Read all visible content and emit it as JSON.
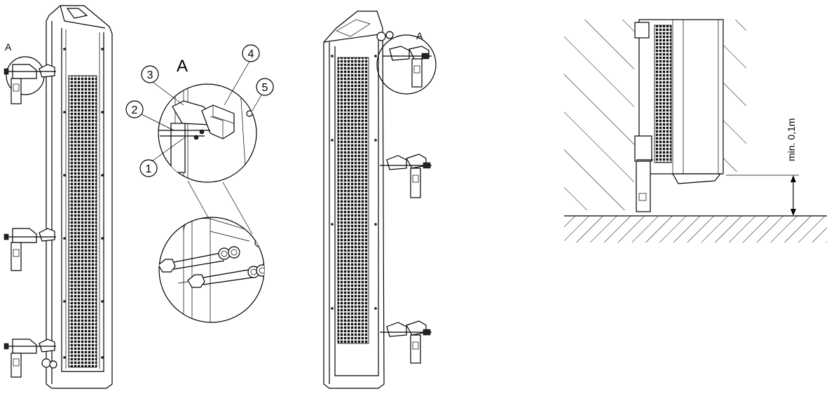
{
  "labels": {
    "view_a_left": "A",
    "view_a_right": "A",
    "detail_a_title": "A",
    "min_clearance": "min. 0,1m"
  },
  "callouts": [
    "1",
    "2",
    "3",
    "4",
    "5"
  ],
  "colors": {
    "line": "#000000",
    "grille": "#111111",
    "background": "#ffffff"
  }
}
